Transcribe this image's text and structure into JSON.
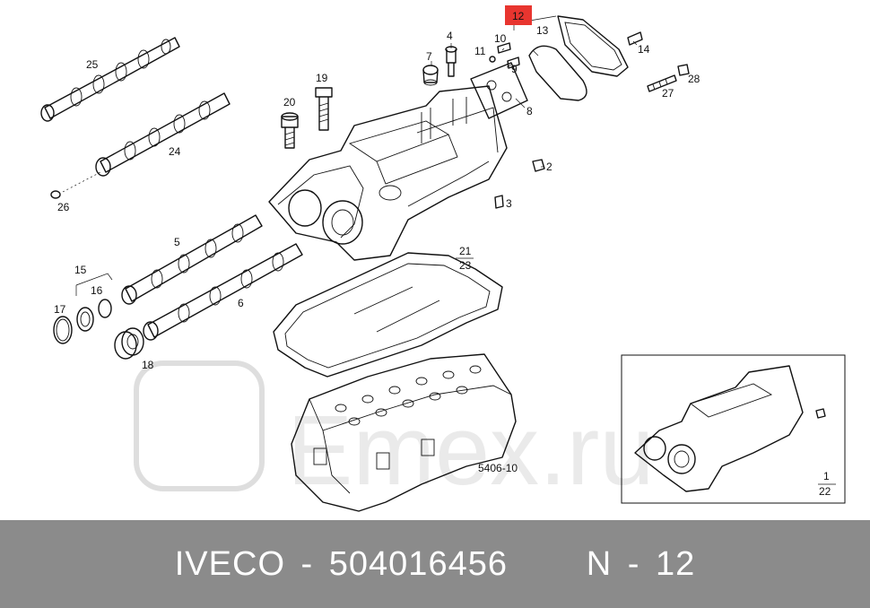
{
  "labels": {
    "l1": "1",
    "l2": "2",
    "l3": "3",
    "l4": "4",
    "l5": "5",
    "l6": "6",
    "l7": "7",
    "l8": "8",
    "l9": "9",
    "l10": "10",
    "l11": "11",
    "l12": "12",
    "l13": "13",
    "l14": "14",
    "l15": "15",
    "l16": "16",
    "l17": "17",
    "l18": "18",
    "l19": "19",
    "l20": "20",
    "l21": "21",
    "l22": "22",
    "l23": "23",
    "l24": "24",
    "l25": "25",
    "l26": "26",
    "l27": "27",
    "l28": "28",
    "ref_code": "5406-10"
  },
  "watermark": "Emex.ru",
  "footer": {
    "text": "IVECO - 504016456     N - 12"
  },
  "colors": {
    "highlight": "#e8352f",
    "footer_bg": "#8b8b8b"
  }
}
